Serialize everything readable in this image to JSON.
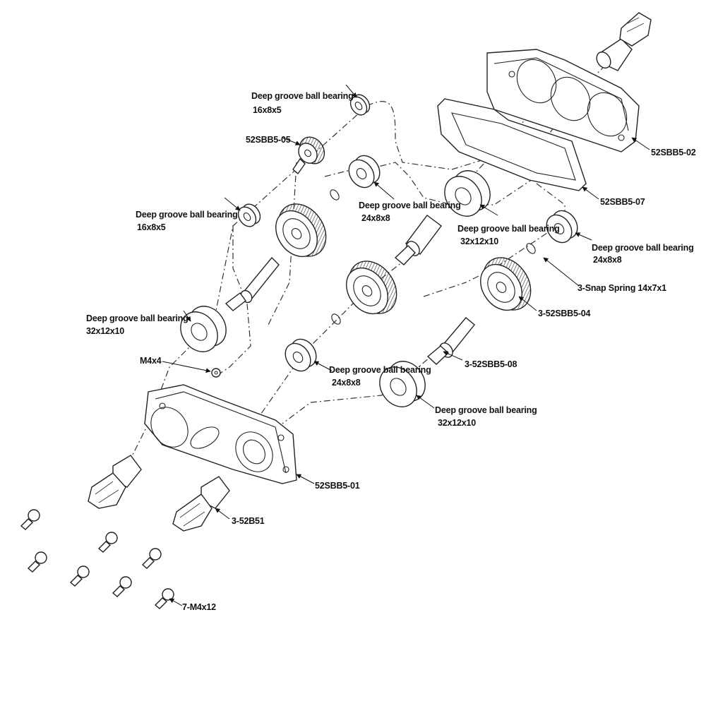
{
  "labels": {
    "bearing_16x8x5_top": [
      "Deep groove ball bearing",
      "16x8x5"
    ],
    "gear_52SBB5_05": [
      "52SBB5-05"
    ],
    "bearing_16x8x5_left": [
      "Deep groove ball bearing",
      "16x8x5"
    ],
    "bearing_24x8x8_upper": [
      "Deep groove ball bearing",
      "24x8x8"
    ],
    "cover_52SBB5_02": [
      "52SBB5-02"
    ],
    "gasket_52SBB5_07": [
      "52SBB5-07"
    ],
    "bearing_32x12x10_mid": [
      "Deep groove ball bearing",
      "32x12x10"
    ],
    "bearing_24x8x8_right": [
      "Deep groove ball bearing",
      "24x8x8"
    ],
    "snap_spring": [
      "3-Snap Spring 14x7x1"
    ],
    "gear_3_52SBB5_04": [
      "3-52SBB5-04"
    ],
    "bearing_32x12x10_left": [
      "Deep groove ball bearing",
      "32x12x10"
    ],
    "screw_m4x4": [
      "M4x4"
    ],
    "shaft_3_52SBB5_08": [
      "3-52SBB5-08"
    ],
    "bearing_24x8x8_lower": [
      "Deep groove ball bearing",
      "24x8x8"
    ],
    "bearing_32x12x10_lower": [
      "Deep groove ball bearing",
      "32x12x10"
    ],
    "housing_52SBB5_01": [
      "52SBB5-01"
    ],
    "coupler_3_52B51": [
      "3-52B51"
    ],
    "screws_7_m4x12": [
      "7-M4x12"
    ]
  }
}
